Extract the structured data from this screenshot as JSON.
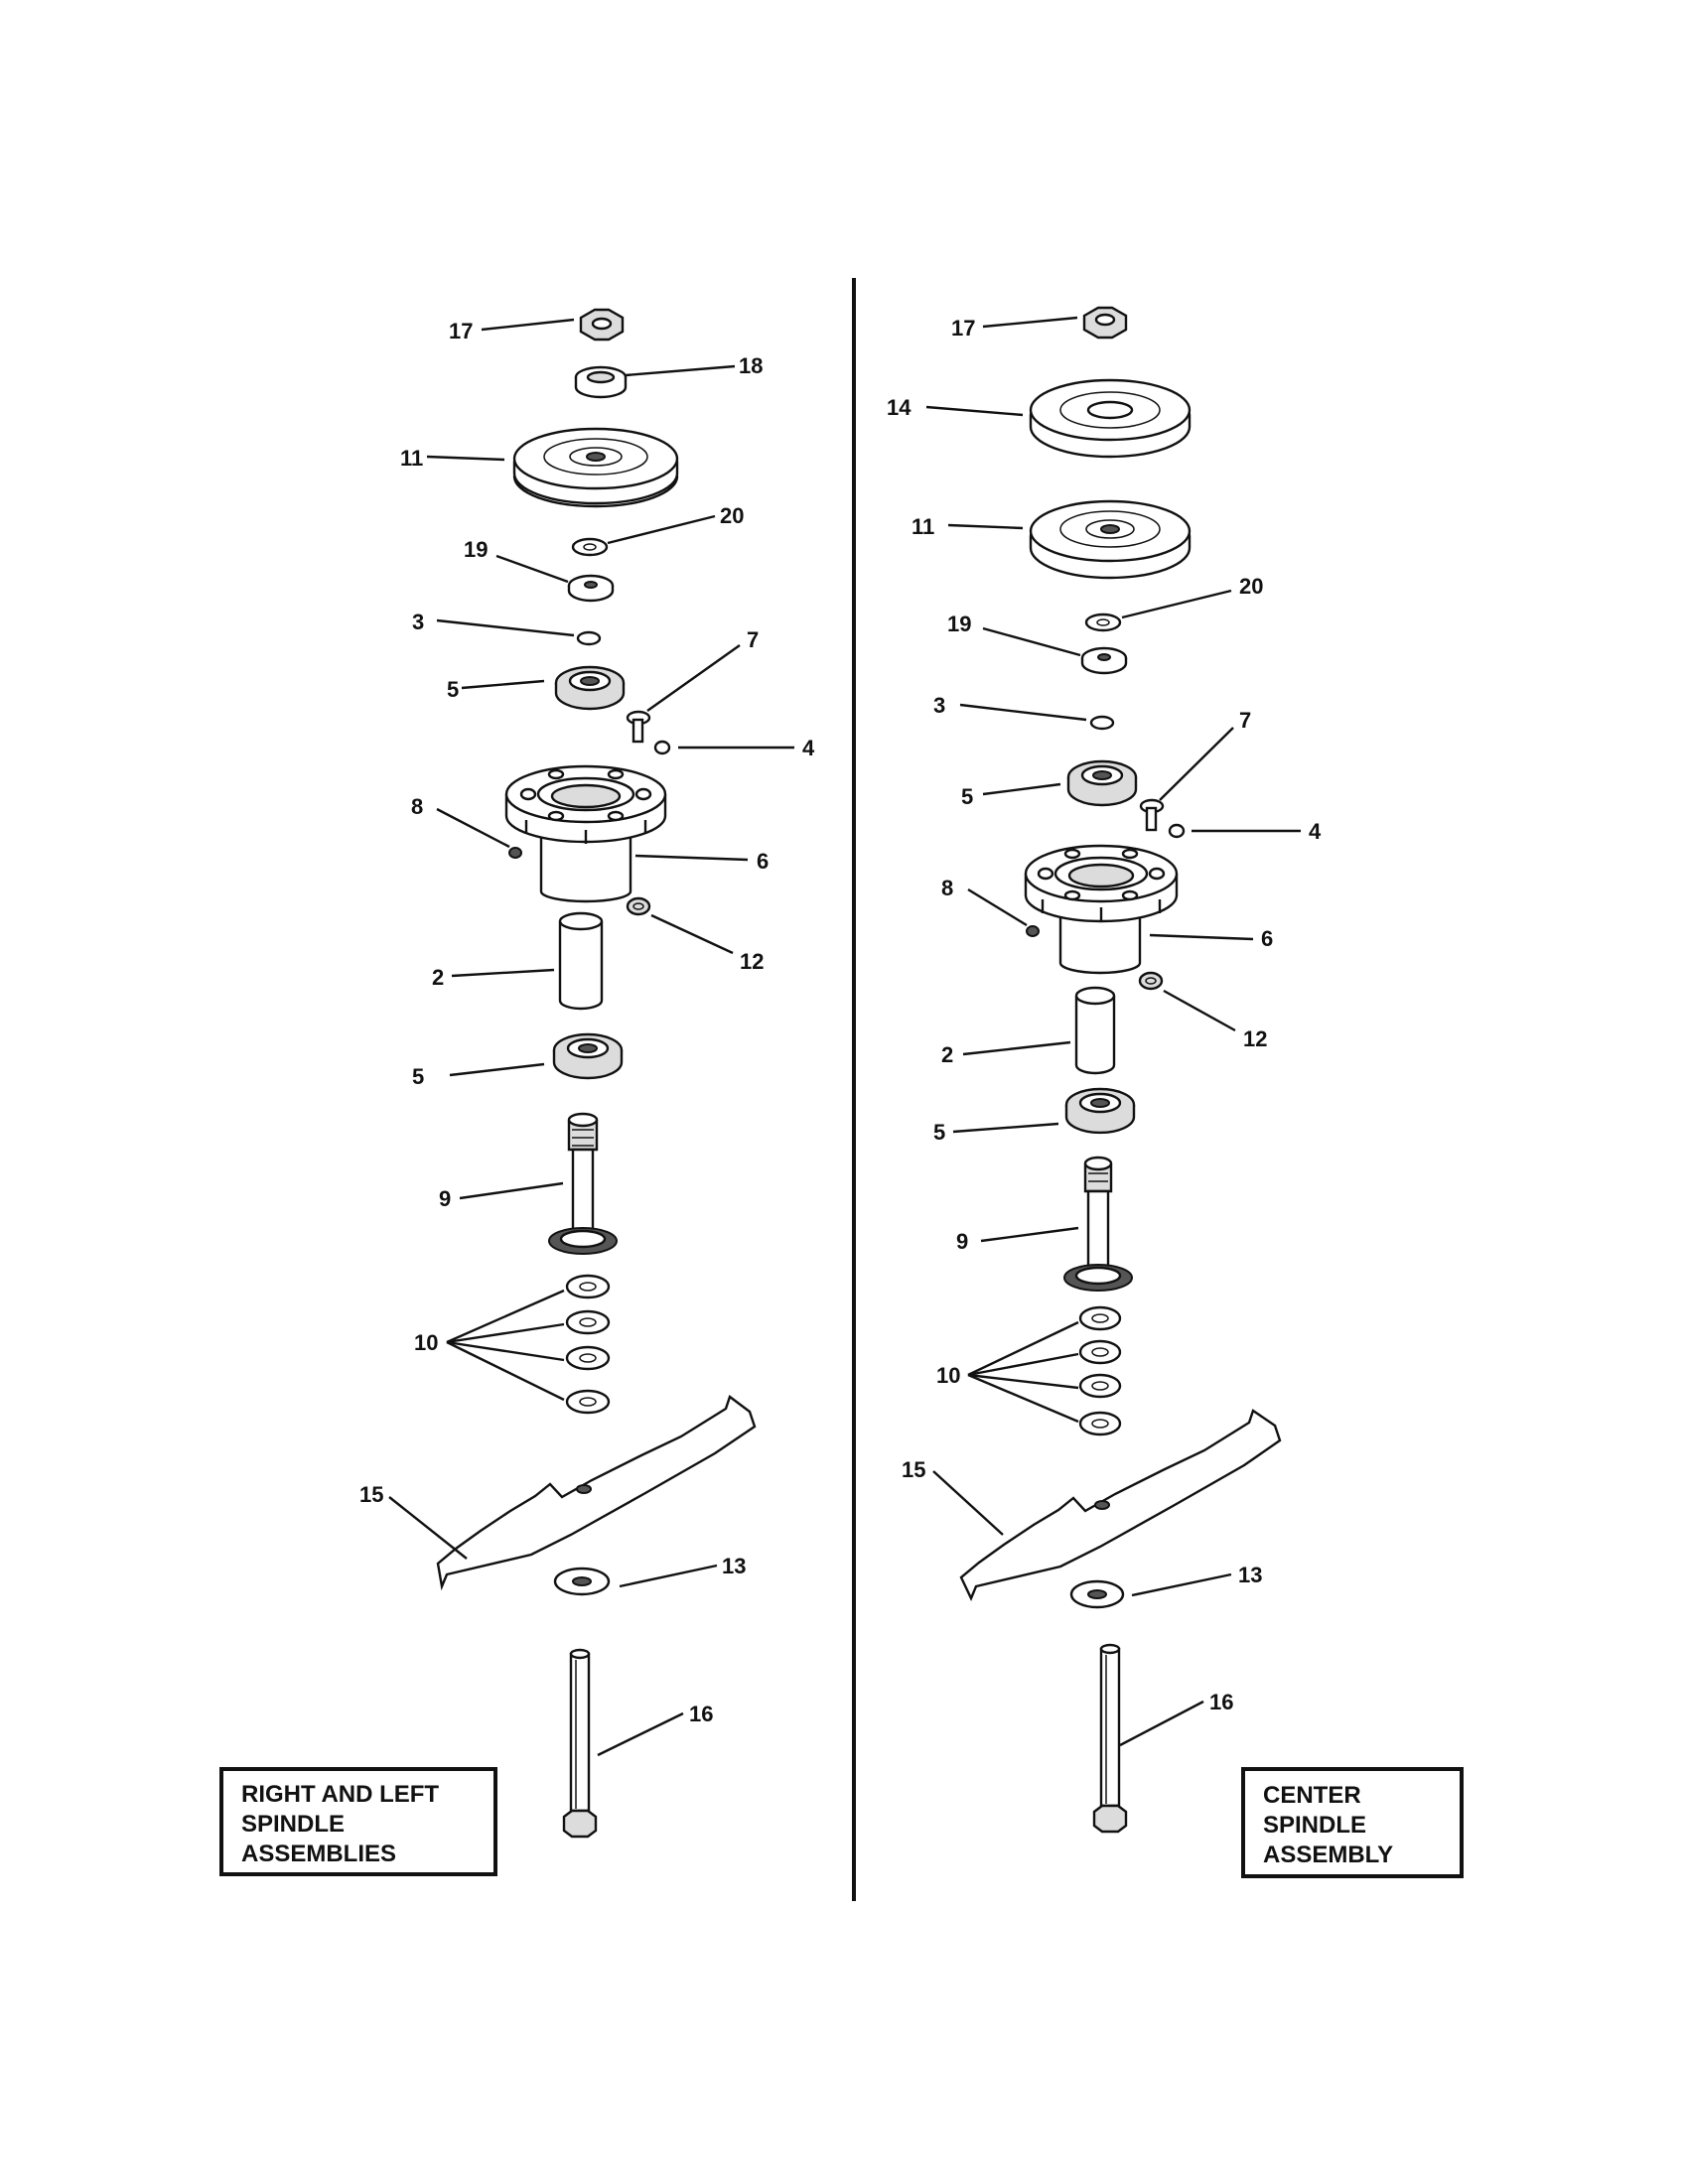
{
  "left_assembly": {
    "title_lines": [
      "RIGHT AND LEFT",
      "SPINDLE",
      "ASSEMBLIES"
    ],
    "callouts": [
      "17",
      "18",
      "11",
      "20",
      "19",
      "3",
      "5",
      "7",
      "4",
      "8",
      "6",
      "12",
      "2",
      "5",
      "9",
      "10",
      "15",
      "13",
      "16"
    ]
  },
  "right_assembly": {
    "title_lines": [
      "CENTER",
      "SPINDLE",
      "ASSEMBLY"
    ],
    "callouts": [
      "17",
      "14",
      "11",
      "20",
      "19",
      "3",
      "7",
      "5",
      "4",
      "8",
      "6",
      "12",
      "2",
      "5",
      "9",
      "10",
      "15",
      "13",
      "16"
    ]
  }
}
